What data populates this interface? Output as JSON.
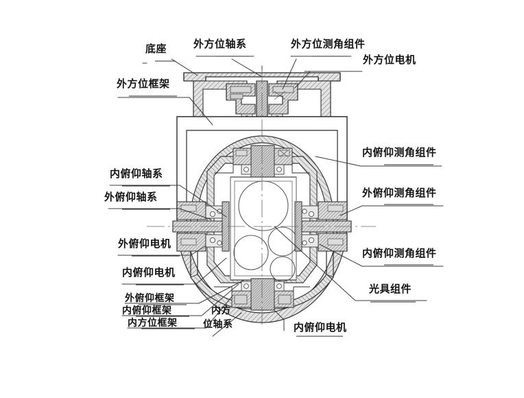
{
  "figure": {
    "type": "engineering-cross-section",
    "subject": "三轴嵌套稳定平台（光电转塔）剖面图",
    "background_color": "#ffffff",
    "line_color": "#2b2b2b",
    "hatch_color": "#8c8c8c",
    "leader_color": "#3a3a3a"
  },
  "labels": {
    "base": "底座",
    "outer_azimuth_shaft": "外方位轴系",
    "outer_azimuth_angle_module": "外方位测角组件",
    "outer_azimuth_motor": "外方位电机",
    "outer_azimuth_frame": "外方位框架",
    "inner_pitch_angle_module_upper": "内俯仰测角组件",
    "inner_pitch_shaft": "内俯仰轴系",
    "outer_pitch_shaft": "外俯仰轴系",
    "outer_pitch_angle_module": "外俯仰测角组件",
    "outer_pitch_motor": "外俯仰电机",
    "inner_pitch_angle_module_lower": "内俯仰测角组件",
    "inner_pitch_motor_left": "内俯仰电机",
    "optical_assembly": "光具组件",
    "outer_pitch_frame": "外俯仰框架",
    "inner_pitch_frame": "内俯仰框架",
    "inner_azimuth_frame": "内方位框架",
    "inner_azimuth_shaft_line1": "内方",
    "inner_azimuth_shaft_line2": "位轴系",
    "inner_pitch_motor_bottom": "内俯仰电机"
  }
}
